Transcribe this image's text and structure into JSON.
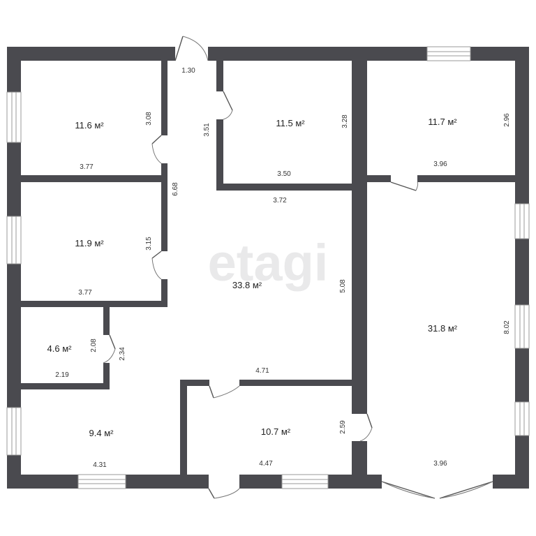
{
  "watermark": "etagi",
  "rooms": [
    {
      "id": "r1",
      "area": "11.6 м²"
    },
    {
      "id": "r2",
      "area": "11.5 м²"
    },
    {
      "id": "r3",
      "area": "11.7 м²"
    },
    {
      "id": "r4",
      "area": "11.9 м²"
    },
    {
      "id": "r5",
      "area": "33.8 м²"
    },
    {
      "id": "r6",
      "area": "31.8 м²"
    },
    {
      "id": "r7",
      "area": "4.6 м²"
    },
    {
      "id": "r8",
      "area": "9.4 м²"
    },
    {
      "id": "r9",
      "area": "10.7 м²"
    }
  ],
  "dimensions": {
    "d_130": "1.30",
    "d_308": "3.08",
    "d_377a": "3.77",
    "d_351": "3.51",
    "d_328": "3.28",
    "d_350": "3.50",
    "d_296": "2.96",
    "d_396a": "3.96",
    "d_372": "3.72",
    "d_668": "6.68",
    "d_315": "3.15",
    "d_377b": "3.77",
    "d_508": "5.08",
    "d_208": "2.08",
    "d_234": "2.34",
    "d_219": "2.19",
    "d_471": "4.71",
    "d_802": "8.02",
    "d_259": "2.59",
    "d_431": "4.31",
    "d_447": "4.47",
    "d_396b": "3.96"
  },
  "colors": {
    "wall": "#4a4a4f",
    "background": "#ffffff",
    "watermark": "#e9e9ea"
  }
}
